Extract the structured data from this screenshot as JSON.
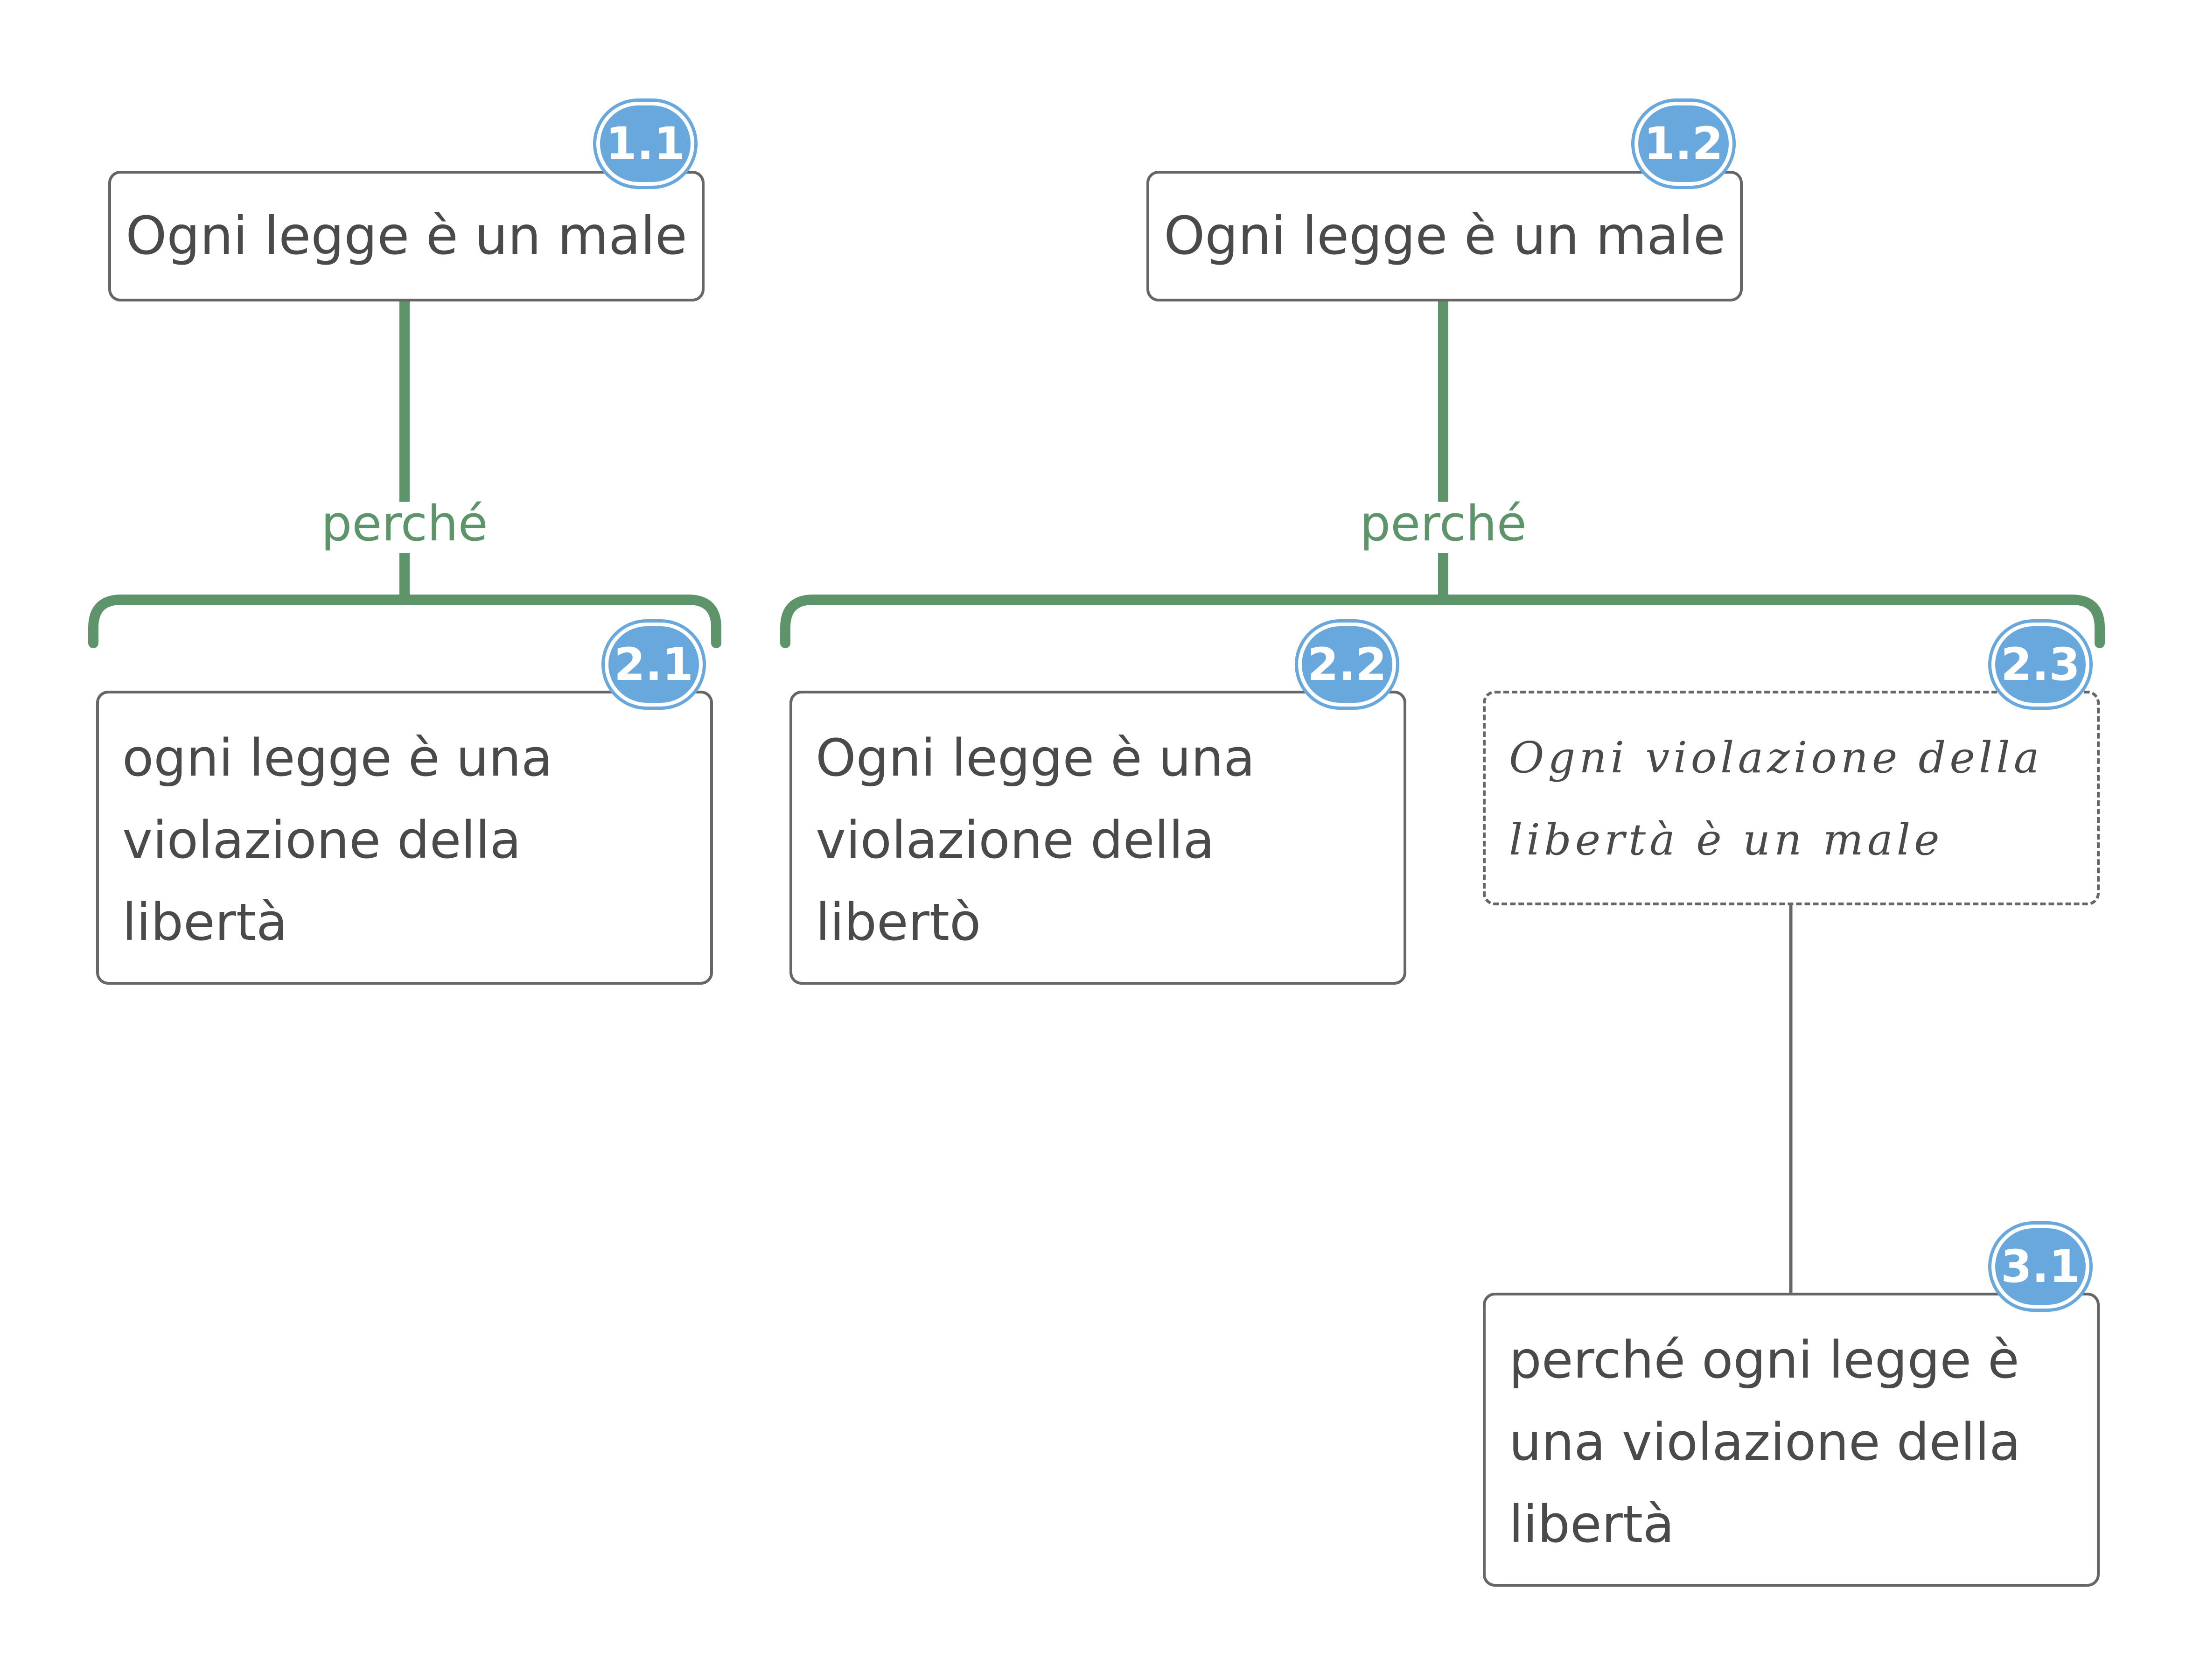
{
  "colors": {
    "box_border": "#666666",
    "text": "#4a4a4a",
    "badge": "#69a8dd",
    "support_link": "#5d9469",
    "plain_link": "#666666"
  },
  "nodes": {
    "n11": {
      "badge": "1.1",
      "text": "Ogni legge è un male"
    },
    "n12": {
      "badge": "1.2",
      "text": "Ogni legge è un male"
    },
    "n21": {
      "badge": "2.1",
      "text": "ogni legge è una\nviolazione della\nlibertà"
    },
    "n22": {
      "badge": "2.2",
      "text": "Ogni legge è una\nviolazione della\nlibertò"
    },
    "n23": {
      "badge": "2.3",
      "text": "Ogni violazione della\nlibertà è un male",
      "style": "handwritten, dashed border"
    },
    "n31": {
      "badge": "3.1",
      "text": "perché ogni legge è\nuna violazione della\nlibertà"
    }
  },
  "links": {
    "left_label": "perché",
    "right_label": "perché"
  }
}
